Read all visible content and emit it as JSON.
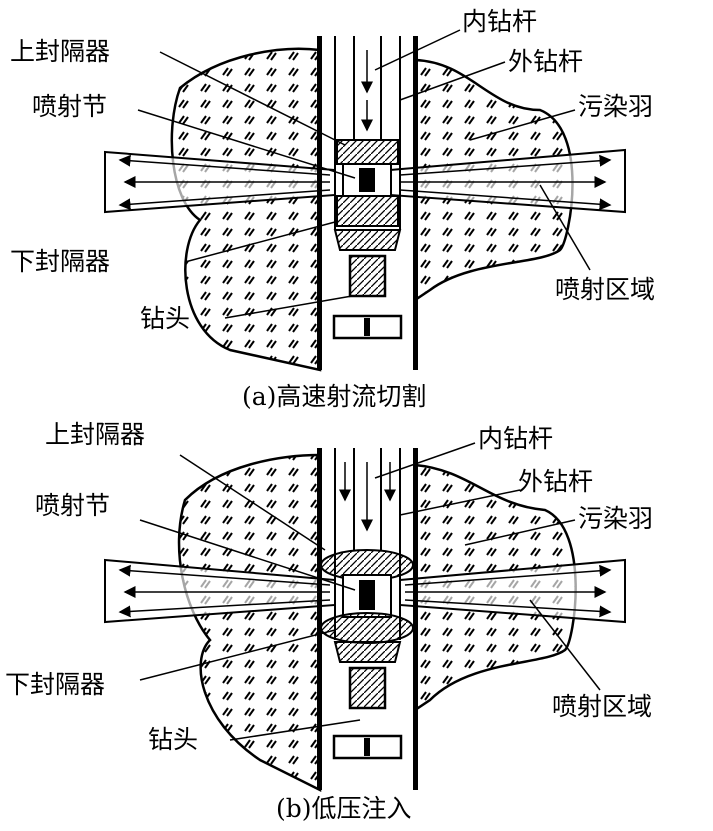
{
  "panel_a": {
    "caption": "(a)高速射流切割",
    "labels": {
      "upper_packer": "上封隔器",
      "inner_drill_pipe": "内钻杆",
      "outer_drill_pipe": "外钻杆",
      "jet_sub": "喷射节",
      "pollution_plume": "污染羽",
      "lower_packer": "下封隔器",
      "jet_zone": "喷射区域",
      "drill_bit": "钻头"
    }
  },
  "panel_b": {
    "caption": "(b)低压注入",
    "labels": {
      "upper_packer": "上封隔器",
      "inner_drill_pipe": "内钻杆",
      "outer_drill_pipe": "外钻杆",
      "jet_sub": "喷射节",
      "pollution_plume": "污染羽",
      "lower_packer": "下封隔器",
      "jet_zone": "喷射区域",
      "drill_bit": "钻头"
    }
  },
  "colors": {
    "ink": "#000000",
    "background": "#ffffff"
  }
}
